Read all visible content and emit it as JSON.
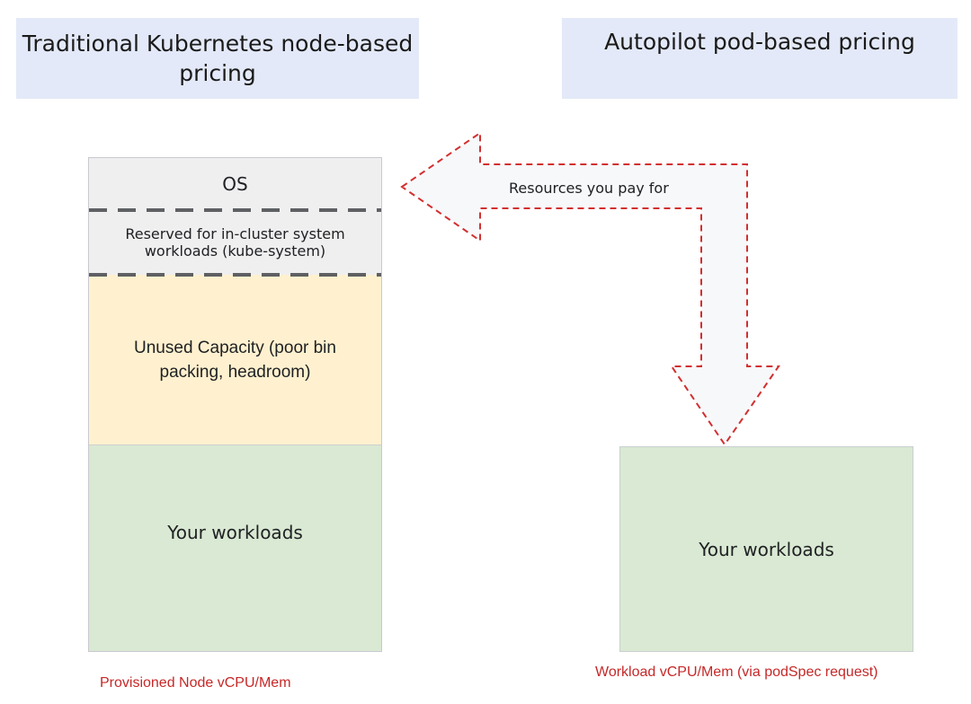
{
  "headers": {
    "left": "Traditional Kubernetes node-based pricing",
    "right": "Autopilot pod-based pricing"
  },
  "node_stack": {
    "segments": [
      {
        "label": "OS",
        "color": "#efeff0"
      },
      {
        "label": "Reserved for in-cluster system workloads (kube-system)",
        "color": "#efeff0"
      },
      {
        "label": "Unused Capacity (poor bin packing, headroom)",
        "color": "#fff1cf"
      },
      {
        "label": "Your workloads",
        "color": "#d9e9d3"
      }
    ],
    "caption": "Provisioned Node vCPU/Mem"
  },
  "pod_box": {
    "label": "Your workloads",
    "color": "#d9e9d3",
    "caption": "Workload vCPU/Mem (via podSpec request)"
  },
  "arrow": {
    "label": "Resources you pay for",
    "stroke_color": "#d32f2f",
    "fill_color": "#f7f8fa"
  },
  "colors": {
    "header_bg": "#e3e9f8",
    "caption": "#c62828"
  }
}
